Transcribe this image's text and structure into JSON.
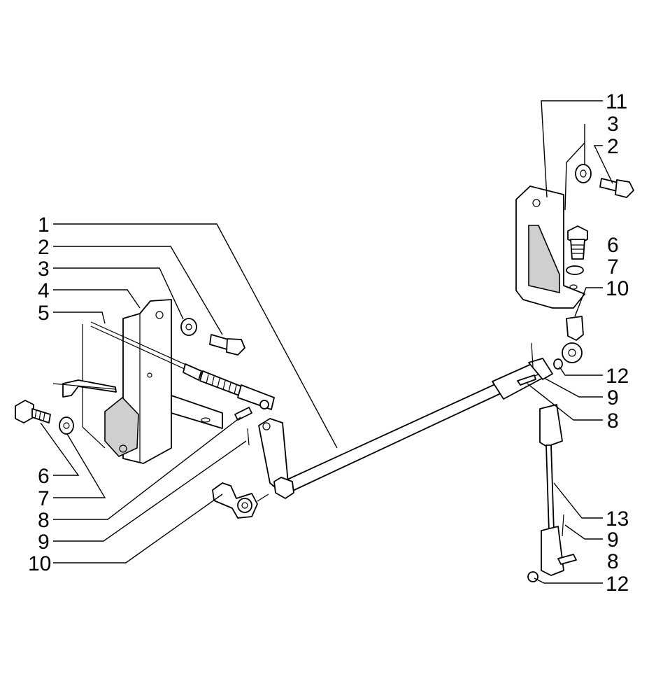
{
  "callouts": {
    "l1": "1",
    "l2": "2",
    "l3": "3",
    "l4": "4",
    "l5": "5",
    "l6": "6",
    "l7": "7",
    "l8": "8",
    "l9": "9",
    "l10": "10",
    "r11": "11",
    "r3": "3",
    "r2": "2",
    "r6": "6",
    "r7": "7",
    "r10": "10",
    "r12a": "12",
    "r9a": "9",
    "r8a": "8",
    "r13": "13",
    "r9b": "9",
    "r8b": "8",
    "r12b": "12"
  }
}
